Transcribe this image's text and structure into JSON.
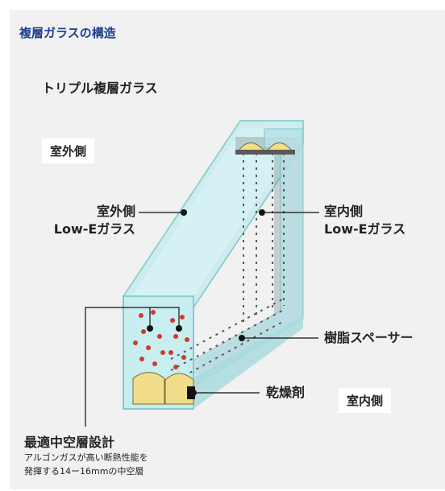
{
  "header": {
    "title": "複層ガラスの構造"
  },
  "subtitle": "トリプル複層ガラス",
  "sides": {
    "outdoor": "室外側",
    "indoor": "室内側"
  },
  "labels": {
    "outdoor_glass_line1": "室外側",
    "outdoor_glass_line2": "Low-Eガラス",
    "indoor_glass_line1": "室内側",
    "indoor_glass_line2": "Low-Eガラス",
    "spacer": "樹脂スペーサー",
    "desiccant": "乾燥剤",
    "optimal_design": "最適中空層設計",
    "note_line1": "アルゴンガスが高い断熱性能を",
    "note_line2": "発揮する14ー16mmの中空層"
  },
  "colors": {
    "title": "#1f3f8f",
    "glass": "#bfe6e9",
    "glass_edge": "#5fb3bb",
    "spacer": "#6f6f6f",
    "desiccant": "#f1dd8a",
    "argon": "#d23a2a",
    "panel_bg": "#f1f1f1"
  }
}
